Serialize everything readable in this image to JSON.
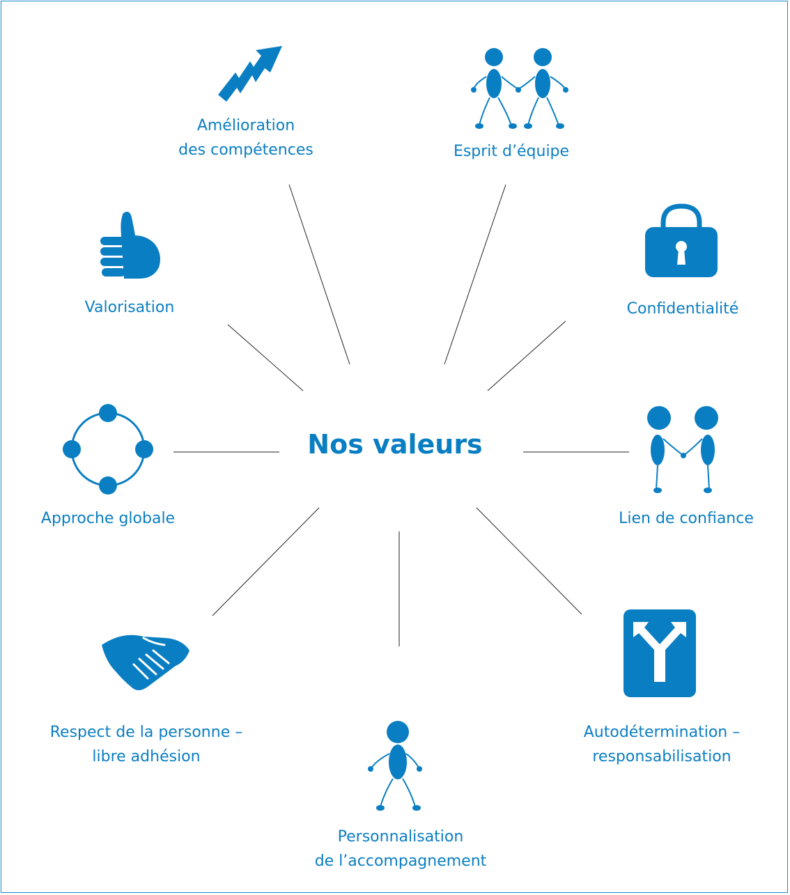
{
  "center_title": "Nos valeurs",
  "accent_color": "#0a7ec2",
  "values": [
    {
      "id": "amelioration",
      "icon": "rising-arrow-icon",
      "lines": [
        "Amélioration",
        "des compétences"
      ]
    },
    {
      "id": "esprit",
      "icon": "team-people-icon",
      "lines": [
        "Esprit d’équipe"
      ]
    },
    {
      "id": "valorisation",
      "icon": "thumbs-up-icon",
      "lines": [
        "Valorisation"
      ]
    },
    {
      "id": "confidentialite",
      "icon": "padlock-icon",
      "lines": [
        "Confidentialité"
      ]
    },
    {
      "id": "approche",
      "icon": "circle-network-icon",
      "lines": [
        "Approche globale"
      ]
    },
    {
      "id": "lien",
      "icon": "holding-hands-icon",
      "lines": [
        "Lien de confiance"
      ]
    },
    {
      "id": "respect",
      "icon": "handshake-icon",
      "lines": [
        "Respect de la personne –",
        "libre adhésion"
      ]
    },
    {
      "id": "autodetermination",
      "icon": "fork-arrow-sign-icon",
      "lines": [
        "Autodétermination –",
        "responsabilisation"
      ]
    },
    {
      "id": "personnalisation",
      "icon": "person-icon",
      "lines": [
        "Personnalisation",
        "de l’accompagnement"
      ]
    }
  ]
}
